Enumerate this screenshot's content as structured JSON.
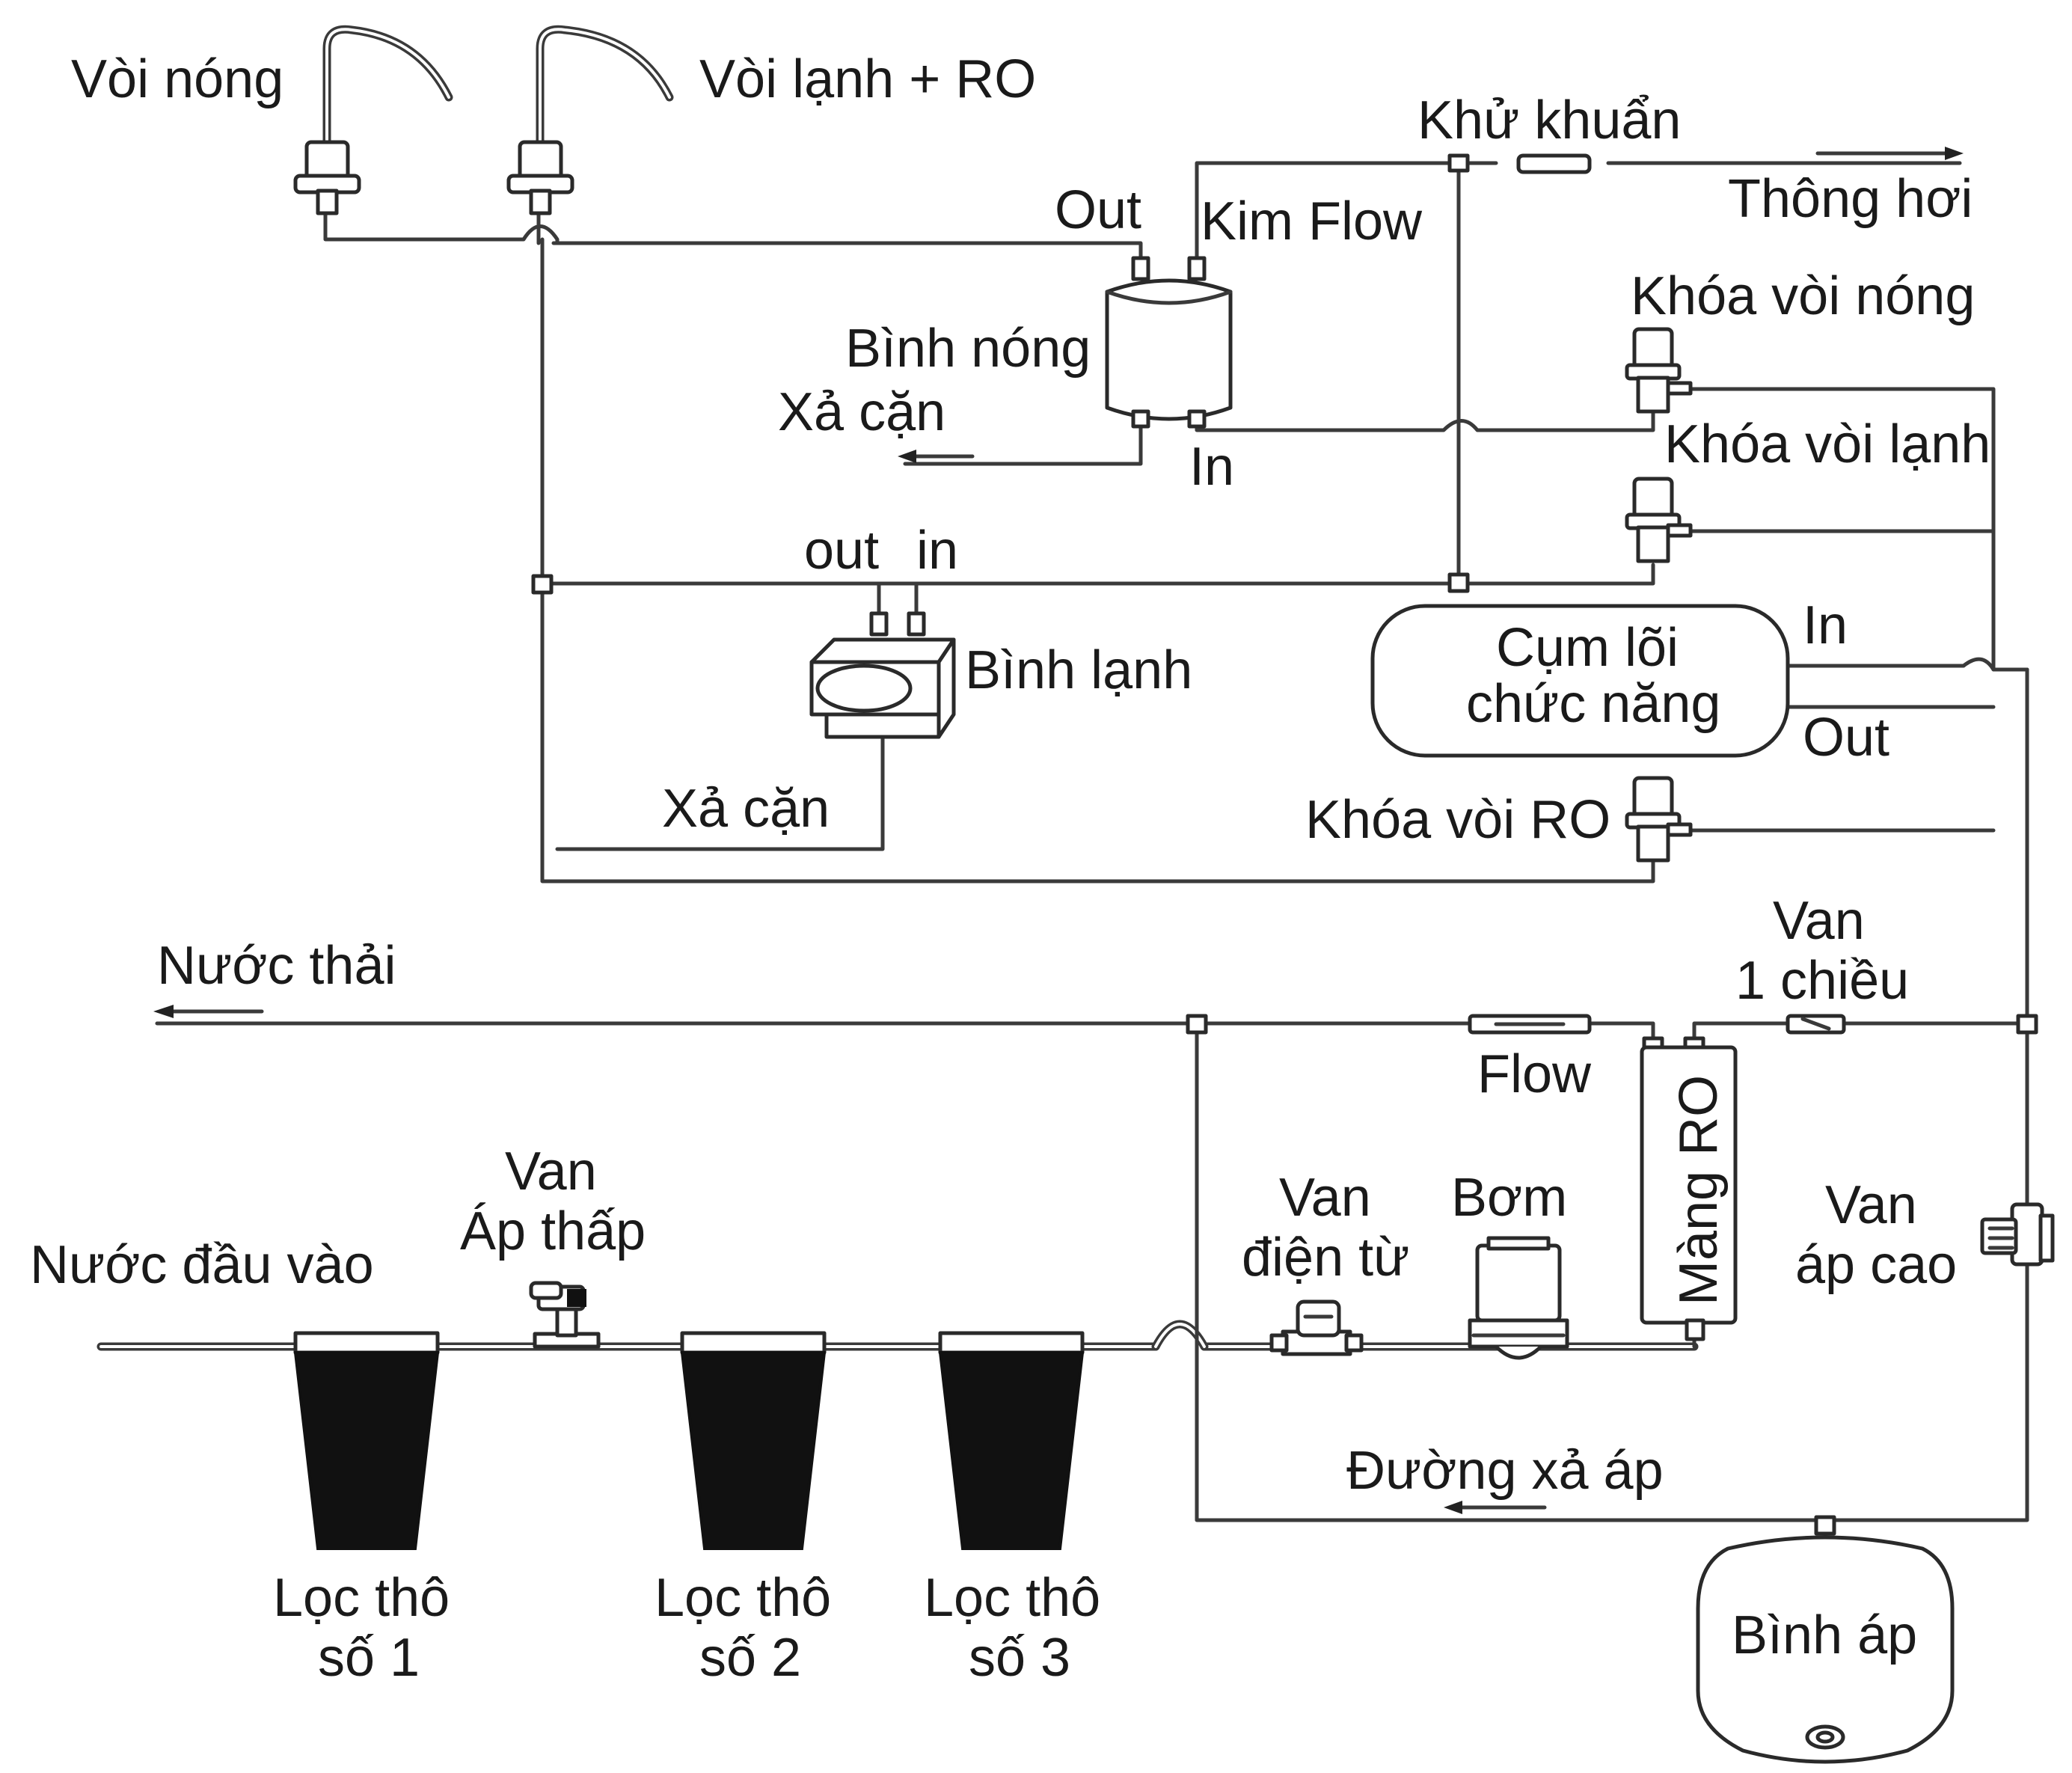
{
  "labels": {
    "hot_tap": "Vòi nóng",
    "cold_ro_tap": "Vòi lạnh + RO",
    "out_hot": "Out",
    "kim_flow": "Kim Flow",
    "sterilizer": "Khử khuẩn",
    "vent": "Thông hơi",
    "hot_tank": "Bình nóng",
    "drain_hot": "Xả cặn",
    "in_hot": "In",
    "hot_tap_lock": "Khóa vòi nóng",
    "cold_tap_lock": "Khóa vòi lạnh",
    "out_cold": "out",
    "in_cold": "in",
    "cold_tank": "Bình lạnh",
    "function_core_line1": "Cụm lõi",
    "function_core_line2": "chức năng",
    "core_in": "In",
    "core_out": "Out",
    "drain_cold": "Xả cặn",
    "ro_tap_lock": "Khóa vòi RO",
    "waste_water": "Nước thải",
    "check_valve_line1": "Van",
    "check_valve_line2": "1 chiều",
    "flow": "Flow",
    "ro_membrane": "Màng RO",
    "inlet_water": "Nước đầu vào",
    "low_pressure_valve_line1": "Van",
    "low_pressure_valve_line2": "Áp thấp",
    "solenoid_valve_line1": "Van",
    "solenoid_valve_line2": "điện từ",
    "pump": "Bơm",
    "high_pressure_valve_line1": "Van",
    "high_pressure_valve_line2": "áp cao",
    "pressure_relief_line": "Đường xả áp",
    "filter1_line1": "Lọc thô",
    "filter1_line2": "số 1",
    "filter2_line1": "Lọc thô",
    "filter2_line2": "số 2",
    "filter3_line1": "Lọc thô",
    "filter3_line2": "số 3",
    "pressure_tank": "Bình áp"
  }
}
